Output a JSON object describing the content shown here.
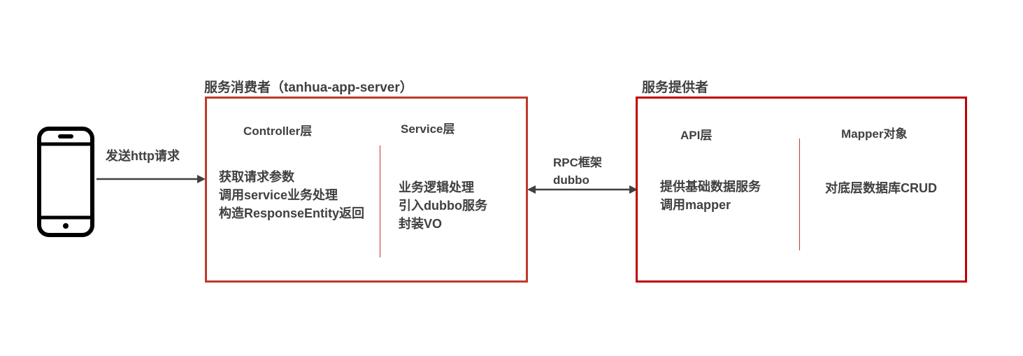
{
  "consumer": {
    "title": "服务消费者（tanhua-app-server）",
    "controller": {
      "title": "Controller层",
      "lines": [
        "获取请求参数",
        "调用service业务处理",
        "构造ResponseEntity返回"
      ]
    },
    "service": {
      "title": "Service层",
      "lines": [
        "业务逻辑处理",
        "引入dubbo服务",
        "封装VO"
      ]
    }
  },
  "provider": {
    "title": "服务提供者",
    "api": {
      "title": "API层",
      "lines": [
        "提供基础数据服务",
        "调用mapper"
      ]
    },
    "mapper": {
      "title": "Mapper对象",
      "lines": [
        "对底层数据库CRUD"
      ]
    }
  },
  "http_label": "发送http请求",
  "rpc": {
    "line1": "RPC框架",
    "line2": "dubbo"
  },
  "colors": {
    "consumer_border": "#c0392b",
    "provider_border": "#c00000",
    "text": "#404040",
    "arrow": "#404040"
  }
}
